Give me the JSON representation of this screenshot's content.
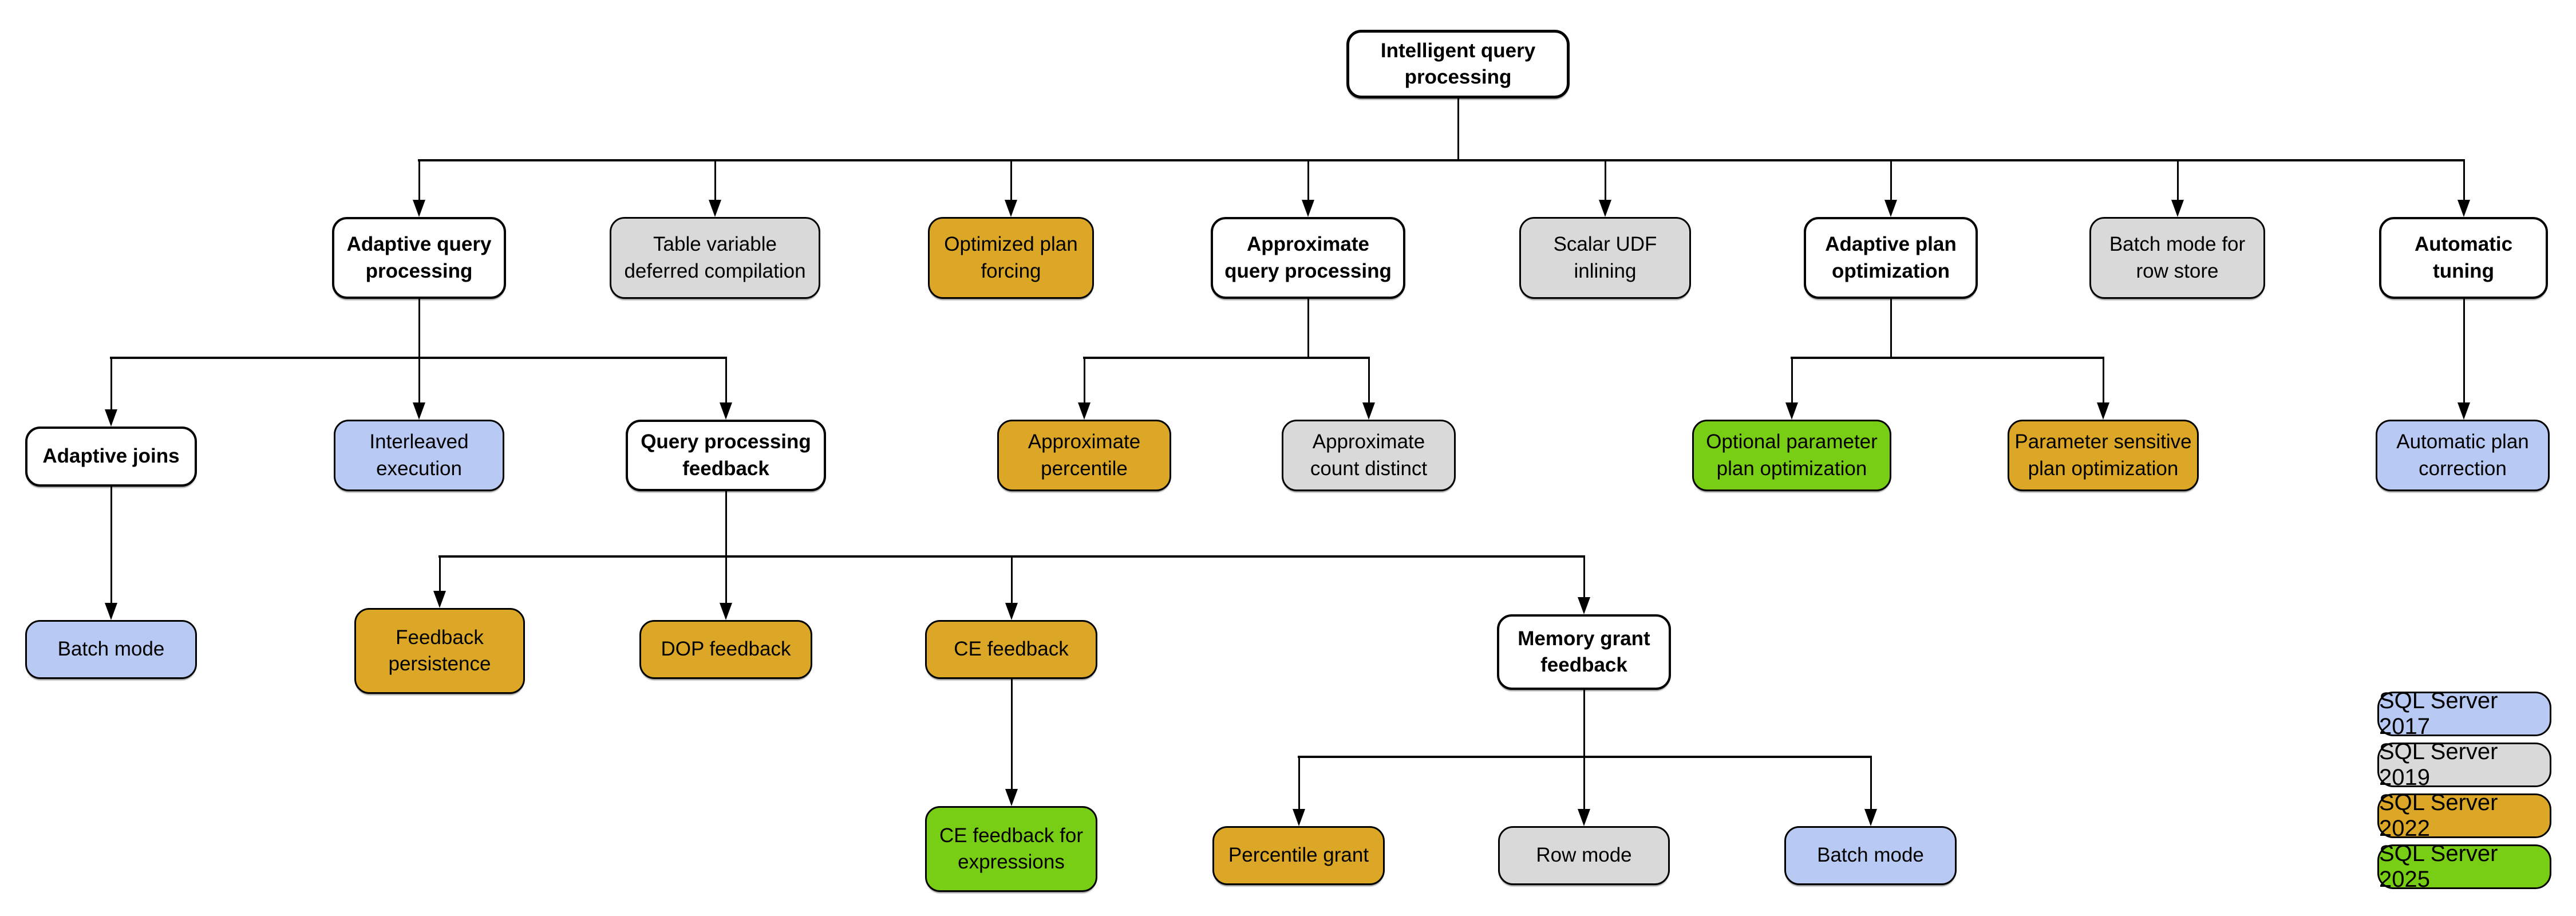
{
  "colors": {
    "v2017": "#B8C9F4",
    "v2019": "#D9D9D9",
    "v2022": "#DCA726",
    "v2025": "#77CE14",
    "category": "#FFFFFF",
    "line": "#000000"
  },
  "nodes": {
    "root": {
      "label": "Intelligent query\nprocessing",
      "version": "category"
    },
    "adaptive_query_processing": {
      "label": "Adaptive query\nprocessing",
      "version": "category"
    },
    "table_variable_deferred_compilation": {
      "label": "Table variable\ndeferred compilation",
      "version": "v2019"
    },
    "optimized_plan_forcing": {
      "label": "Optimized plan\nforcing",
      "version": "v2022"
    },
    "approximate_query_processing": {
      "label": "Approximate\nquery processing",
      "version": "category"
    },
    "scalar_udf_inlining": {
      "label": "Scalar UDF\ninlining",
      "version": "v2019"
    },
    "adaptive_plan_optimization": {
      "label": "Adaptive plan\noptimization",
      "version": "category"
    },
    "batch_mode_for_row_store": {
      "label": "Batch mode for\nrow store",
      "version": "v2019"
    },
    "automatic_tuning": {
      "label": "Automatic\ntuning",
      "version": "category"
    },
    "adaptive_joins": {
      "label": "Adaptive joins",
      "version": "category"
    },
    "interleaved_execution": {
      "label": "Interleaved\nexecution",
      "version": "v2017"
    },
    "query_processing_feedback": {
      "label": "Query processing\nfeedback",
      "version": "category"
    },
    "approximate_percentile": {
      "label": "Approximate\npercentile",
      "version": "v2022"
    },
    "approximate_count_distinct": {
      "label": "Approximate\ncount distinct",
      "version": "v2019"
    },
    "optional_parameter_plan_optimization": {
      "label": "Optional parameter\nplan optimization",
      "version": "v2025"
    },
    "parameter_sensitive_plan_optimization": {
      "label": "Parameter sensitive\nplan optimization",
      "version": "v2022"
    },
    "automatic_plan_correction": {
      "label": "Automatic plan\ncorrection",
      "version": "v2017"
    },
    "batch_mode_adaptive_joins": {
      "label": "Batch mode",
      "version": "v2017"
    },
    "feedback_persistence": {
      "label": "Feedback\npersistence",
      "version": "v2022"
    },
    "dop_feedback": {
      "label": "DOP feedback",
      "version": "v2022"
    },
    "ce_feedback": {
      "label": "CE feedback",
      "version": "v2022"
    },
    "memory_grant_feedback": {
      "label": "Memory grant\nfeedback",
      "version": "category"
    },
    "ce_feedback_for_expressions": {
      "label": "CE feedback for\nexpressions",
      "version": "v2025"
    },
    "percentile_grant": {
      "label": "Percentile grant",
      "version": "v2022"
    },
    "row_mode": {
      "label": "Row mode",
      "version": "v2019"
    },
    "batch_mode_memory_grant": {
      "label": "Batch mode",
      "version": "v2017"
    }
  },
  "legend": [
    {
      "label": "SQL Server 2017",
      "version": "v2017"
    },
    {
      "label": "SQL Server 2019",
      "version": "v2019"
    },
    {
      "label": "SQL Server 2022",
      "version": "v2022"
    },
    {
      "label": "SQL Server 2025",
      "version": "v2025"
    }
  ]
}
